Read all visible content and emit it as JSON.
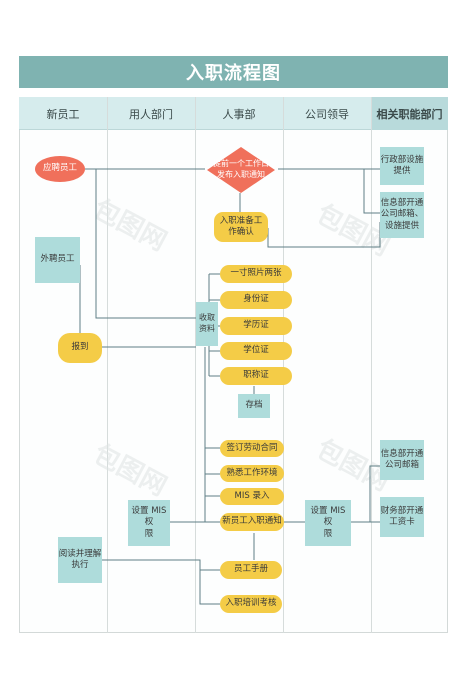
{
  "title": "入职流程图",
  "lanes": [
    "新员工",
    "用人部门",
    "人事部",
    "公司领导",
    "相关职能部门"
  ],
  "nodes": {
    "recruit": "应聘员工",
    "notice": "提前一个工作日\n发布入职通知",
    "admin_prep": "行政部设施\n提供",
    "it_setup": "信息部开通\n公司邮箱、\n设施提供",
    "confirm": "入职准备工\n作确认",
    "external": "外聘员工",
    "photo": "一寸照片两张",
    "id_card": "身份证",
    "edu_cert": "学历证",
    "degree_cert": "学位证",
    "title_cert": "职称证",
    "collect": "收取\n资料",
    "report": "报到",
    "archive": "存档",
    "contract": "签订劳动合同",
    "env": "熟悉工作环境",
    "mis_input": "MIS 录入",
    "new_notice": "新员工入职通知",
    "info_email": "信息部开通\n公司邮箱",
    "finance": "财务部开通\n工资卡",
    "mis_dept": "设置 MIS 权\n限",
    "mis_leader": "设置 MIS 权\n限",
    "read": "阅读并理解\n执行",
    "handbook": "员工手册",
    "training": "入职培训考核"
  },
  "watermark": "包图网",
  "colors": {
    "title": "#7fb3b1",
    "yellow": "#f4cc47",
    "teal": "#aedcdb",
    "red": "#f0705b",
    "line": "#5f7f86"
  }
}
